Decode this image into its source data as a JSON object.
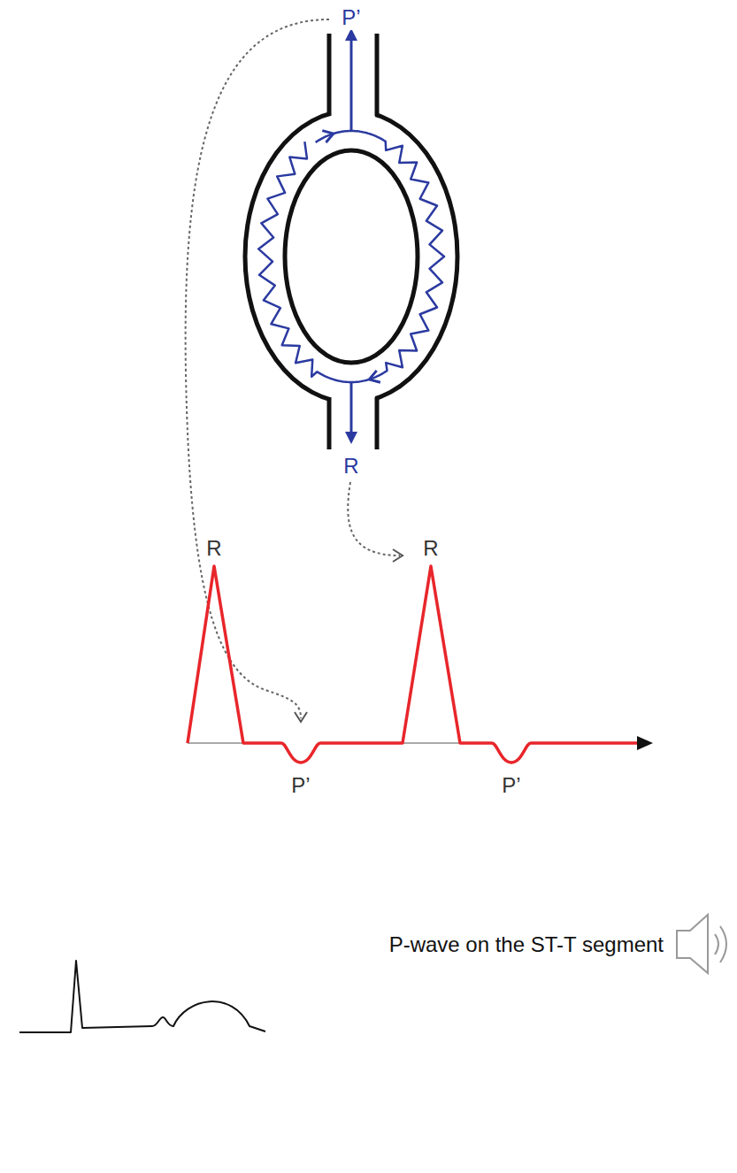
{
  "diagram": {
    "labels": [
      "P’",
      "R",
      "R",
      "R",
      "P’",
      "P’",
      "P-wave on the ST-T segment"
    ]
  }
}
